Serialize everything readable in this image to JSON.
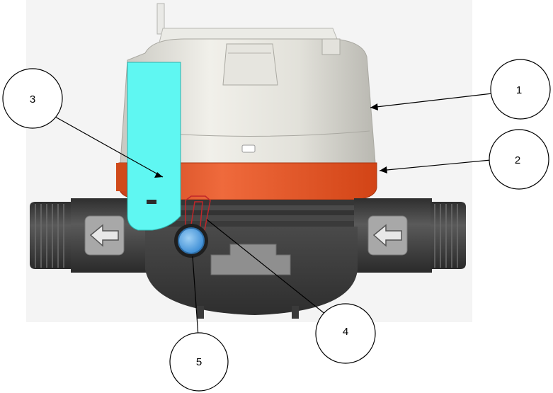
{
  "callouts": [
    {
      "label": "1"
    },
    {
      "label": "2"
    },
    {
      "label": "3"
    },
    {
      "label": "4"
    },
    {
      "label": "5"
    }
  ],
  "colors": {
    "background_panel": "#f4f4f4",
    "cap_grey": "#d9d8d2",
    "ring_orange": "#e8501e",
    "body_dark": "#3f3f3f",
    "seal_cyan": "#5ff7f2",
    "valve_blue": "#5aa7e6",
    "wire_red": "#c0262a"
  }
}
